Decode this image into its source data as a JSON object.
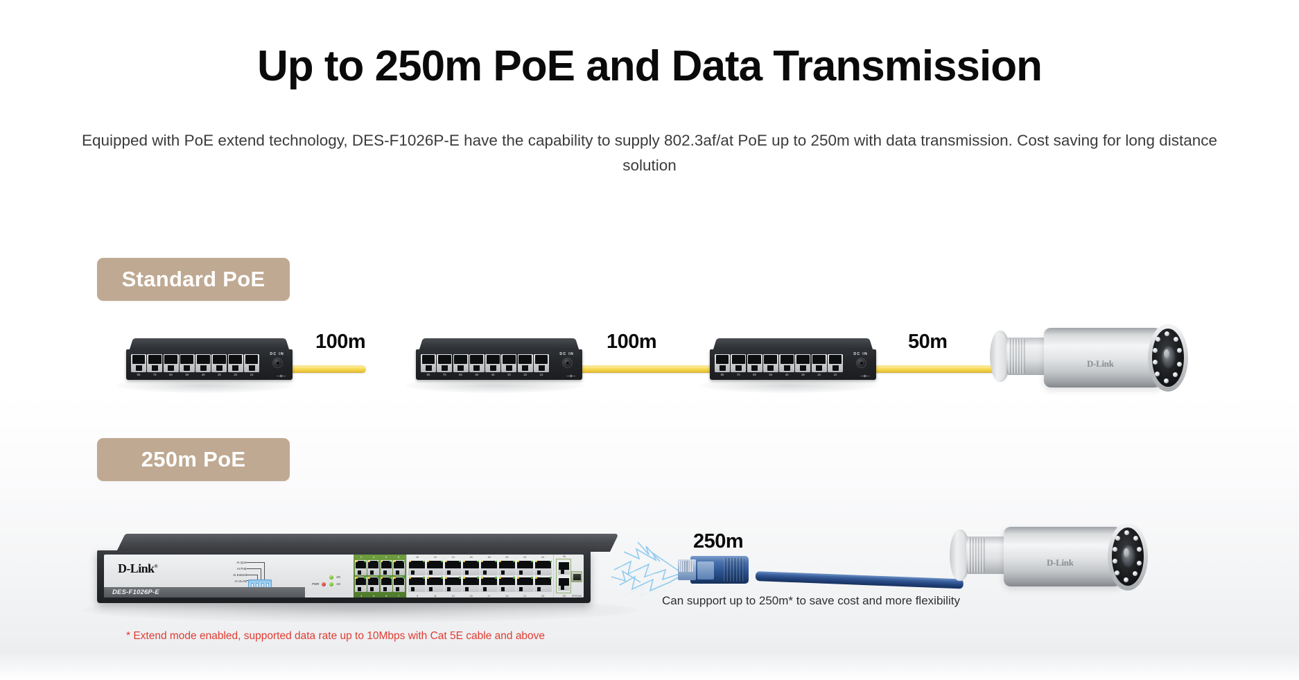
{
  "header": {
    "title": "Up to 250m PoE and Data Transmission",
    "description": "Equipped with PoE extend technology, DES-F1026P-E have the capability to supply 802.3af/at PoE up to 250m with data transmission. Cost saving for long distance solution"
  },
  "sections": [
    {
      "badge": "Standard PoE",
      "distances": [
        "100m",
        "100m",
        "50m"
      ],
      "switch_count": 3,
      "cable_color": "#f7d84e"
    },
    {
      "badge": "250m PoE",
      "distances": [
        "250m"
      ],
      "switch_count": 1,
      "cable_color": "#24457e"
    }
  ],
  "small_switch": {
    "dc_label": "DC IN",
    "dc_symbol": "—⊕—",
    "port_labels": [
      "8X",
      "7X",
      "6X",
      "5X",
      "4X",
      "3X",
      "2X",
      "1X"
    ]
  },
  "rack_switch": {
    "brand": "D-Link",
    "brand_mark": "®",
    "model": "DES-F1026P-E",
    "dip_labels": [
      "AI QoS",
      "AI PoE",
      "AI Extend",
      "AI VLAN"
    ],
    "led_labels": [
      "2G",
      "1G"
    ],
    "power_label": "PWR",
    "poe_ports_top": [
      "2",
      "4",
      "6",
      "8"
    ],
    "poe_ports_bottom": [
      "1",
      "3",
      "5",
      "7"
    ],
    "std_ports_top": [
      "10",
      "12",
      "14",
      "16",
      "18",
      "20",
      "22",
      "24"
    ],
    "std_ports_bottom": [
      "9",
      "11",
      "13",
      "15",
      "17",
      "19",
      "21",
      "23"
    ],
    "uplink_top": "26",
    "uplink_bottom": "25",
    "sfp_label": "SFP(26)"
  },
  "camera": {
    "brand": "D-Link"
  },
  "captions": {
    "cable_note": "Can support up to 250m* to save cost and more flexibility",
    "footnote": "* Extend mode enabled, supported data rate up to 10Mbps with Cat 5E cable and above"
  },
  "colors": {
    "badge_bg": "#bfa992",
    "badge_text": "#ffffff",
    "footnote_red": "#e03c31",
    "cable_yellow": "#f7d84e",
    "cable_blue": "#24457e",
    "poe_green": "#5d8c33",
    "title_black": "#0a0a0a"
  }
}
